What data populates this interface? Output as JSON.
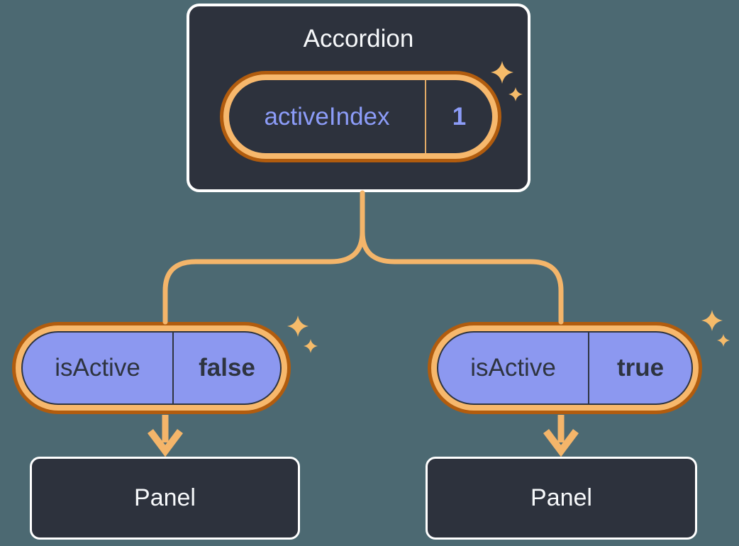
{
  "colors": {
    "bg": "#4C6972",
    "card": "#2D323D",
    "card-border": "#FFFFFF",
    "orange-dark": "#B15C0E",
    "orange-light": "#F7B86C",
    "connector": "#F4B56A",
    "purple-fill": "#8C98F0",
    "purple-text": "#8C9CF8",
    "pill-stroke": "#2E3440",
    "dark-text": "#2E3440",
    "light-text": "#F6F8FA",
    "sparkle": "#F5BB6A"
  },
  "root_component": {
    "title": "Accordion",
    "state_name": "activeIndex",
    "state_value": "1"
  },
  "children": [
    {
      "prop_name": "isActive",
      "prop_value": "false",
      "panel_label": "Panel"
    },
    {
      "prop_name": "isActive",
      "prop_value": "true",
      "panel_label": "Panel"
    }
  ],
  "diagram": {
    "type": "component-tree",
    "description": "Parent Accordion component holds state activeIndex=1 and passes isActive props down to two Panel children",
    "edges": [
      {
        "from": "Accordion",
        "to": "isActive=false pill"
      },
      {
        "from": "Accordion",
        "to": "isActive=true pill"
      },
      {
        "from": "isActive=false pill",
        "to": "Panel (left)"
      },
      {
        "from": "isActive=true pill",
        "to": "Panel (right)"
      }
    ]
  }
}
